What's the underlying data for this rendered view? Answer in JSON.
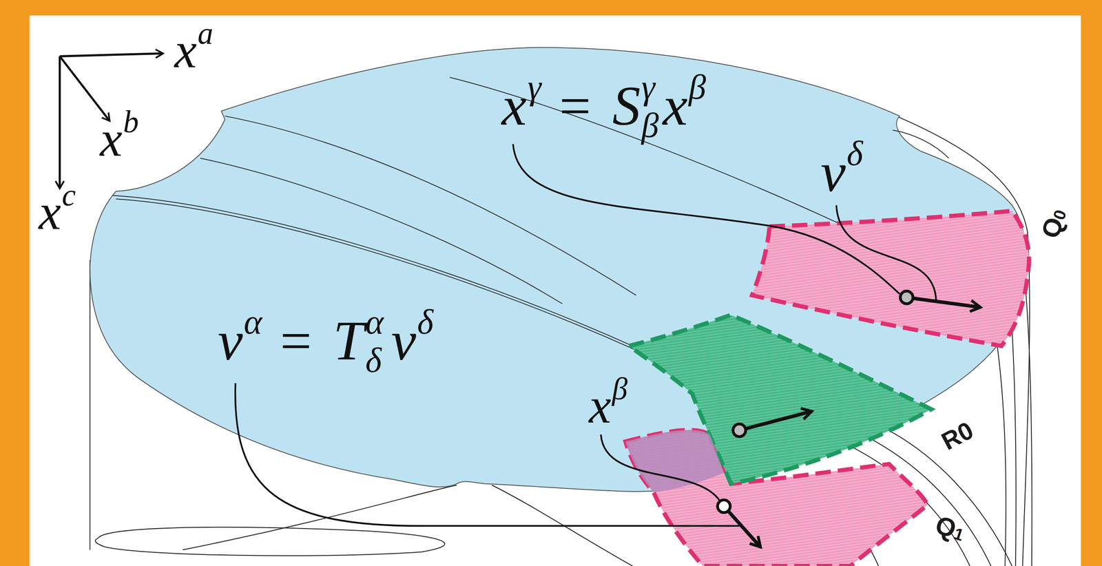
{
  "diagram": {
    "labels": [
      "x",
      "a",
      "x",
      "b",
      "x",
      "c",
      "x",
      "γ",
      "=",
      "S",
      "β",
      "γ",
      "x",
      "β",
      "v",
      "δ",
      "v",
      "α",
      "=",
      "T",
      "δ",
      "α",
      "v",
      "δ",
      "x",
      "β",
      "Q",
      "0",
      "R0",
      "Q",
      "1"
    ]
  }
}
